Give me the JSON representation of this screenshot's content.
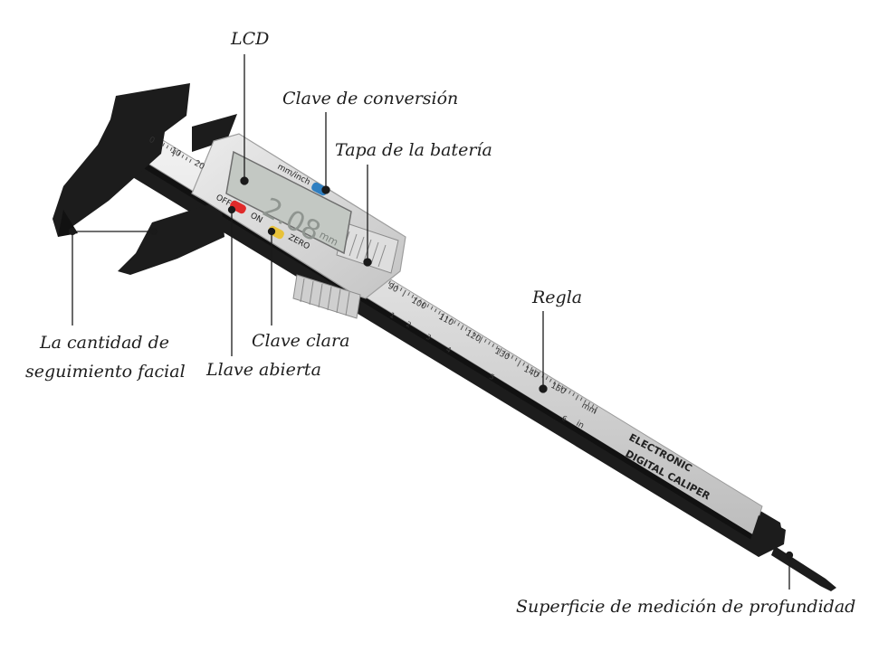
{
  "labels": {
    "lcd": "LCD",
    "conversion_key": "Clave de conversión",
    "battery_cover": "Tapa de la batería",
    "ruler": "Regla",
    "face_tracking_line1": "La cantidad de",
    "face_tracking_line2": "seguimiento facial",
    "clear_key": "Clave clara",
    "open_key": "Llave abierta",
    "depth_surface": "Superficie de medición de profundidad"
  },
  "device": {
    "unit_button": "mm/inch",
    "off_label": "OFF",
    "on_label": "ON",
    "zero_label": "ZERO",
    "lcd_reading": "2.08",
    "lcd_unit": "mm",
    "mm_label": "mm",
    "in_label": "in",
    "brand_line1": "ELECTRONIC",
    "brand_line2": "DIGITAL CALIPER",
    "scale_mm": [
      "0",
      "10",
      "20",
      "90",
      "100",
      "110",
      "120",
      "130",
      "140",
      "150"
    ],
    "scale_in": [
      "1",
      "2",
      "3",
      "4",
      "5",
      "6"
    ]
  },
  "colors": {
    "body": "#1c1c1c",
    "silver": "#e2e2e2",
    "lcd": "#c3c8c3",
    "button_conversion": "#2f7fc1",
    "button_on_off": "#e02a2a",
    "button_zero": "#e8c23a",
    "pointer": "#1a1a1a"
  }
}
